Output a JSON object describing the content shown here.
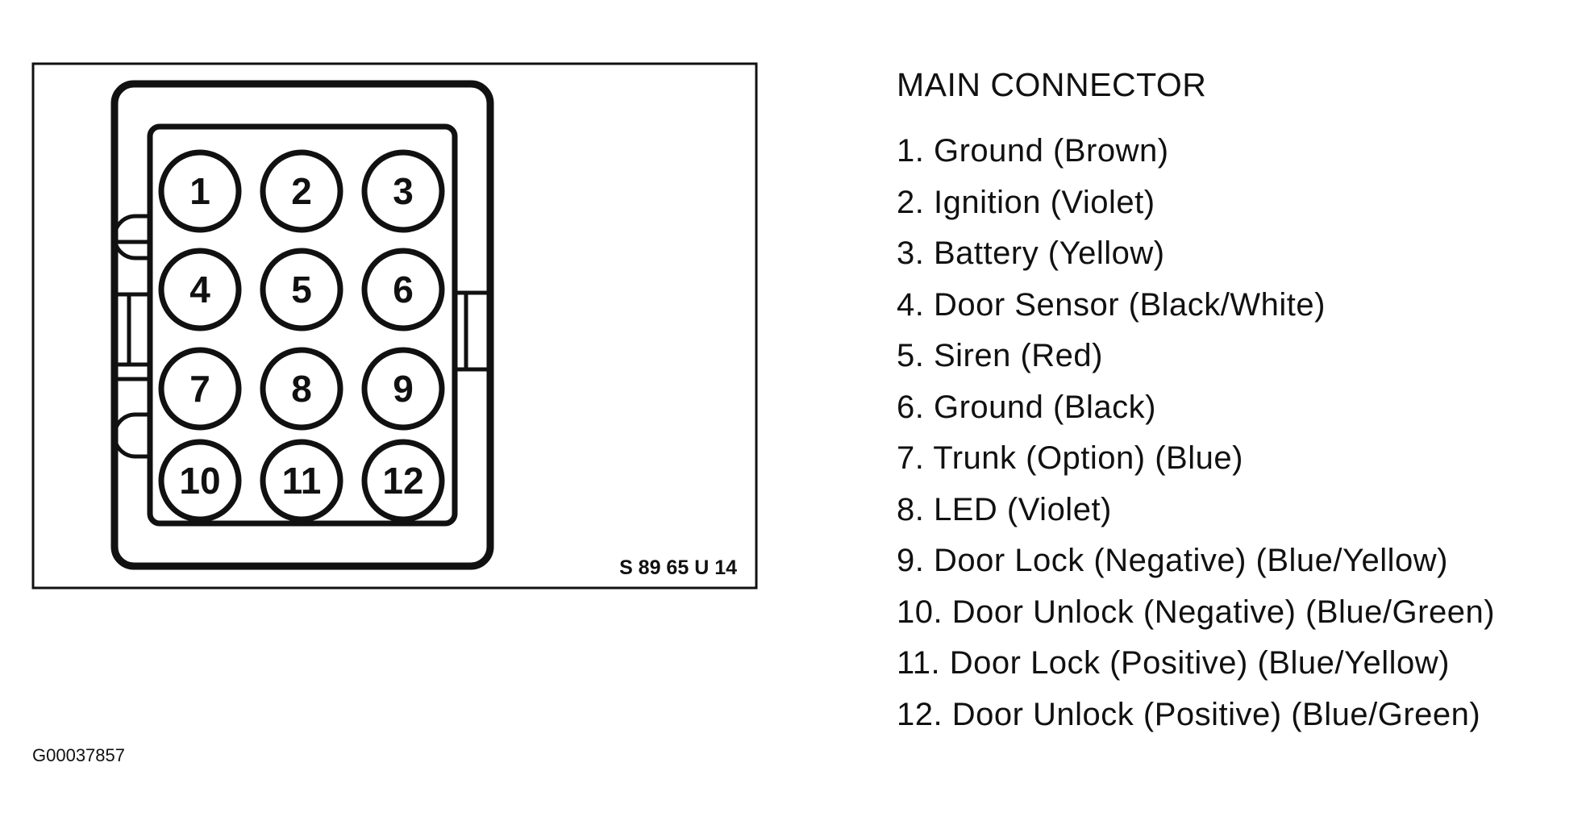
{
  "diagram": {
    "pins": [
      "1",
      "2",
      "3",
      "4",
      "5",
      "6",
      "7",
      "8",
      "9",
      "10",
      "11",
      "12"
    ],
    "code": "S 89 65 U 14"
  },
  "legend": {
    "title": "MAIN CONNECTOR",
    "items": [
      "1. Ground (Brown)",
      "2. Ignition (Violet)",
      "3. Battery (Yellow)",
      "4. Door Sensor (Black/White)",
      "5. Siren (Red)",
      "6. Ground (Black)",
      "7. Trunk (Option) (Blue)",
      "8. LED (Violet)",
      "9. Door Lock (Negative) (Blue/Yellow)",
      "10. Door Unlock (Negative) (Blue/Green)",
      "11. Door Lock (Positive) (Blue/Yellow)",
      "12. Door Unlock (Positive) (Blue/Green)"
    ]
  },
  "figure_id": "G00037857"
}
